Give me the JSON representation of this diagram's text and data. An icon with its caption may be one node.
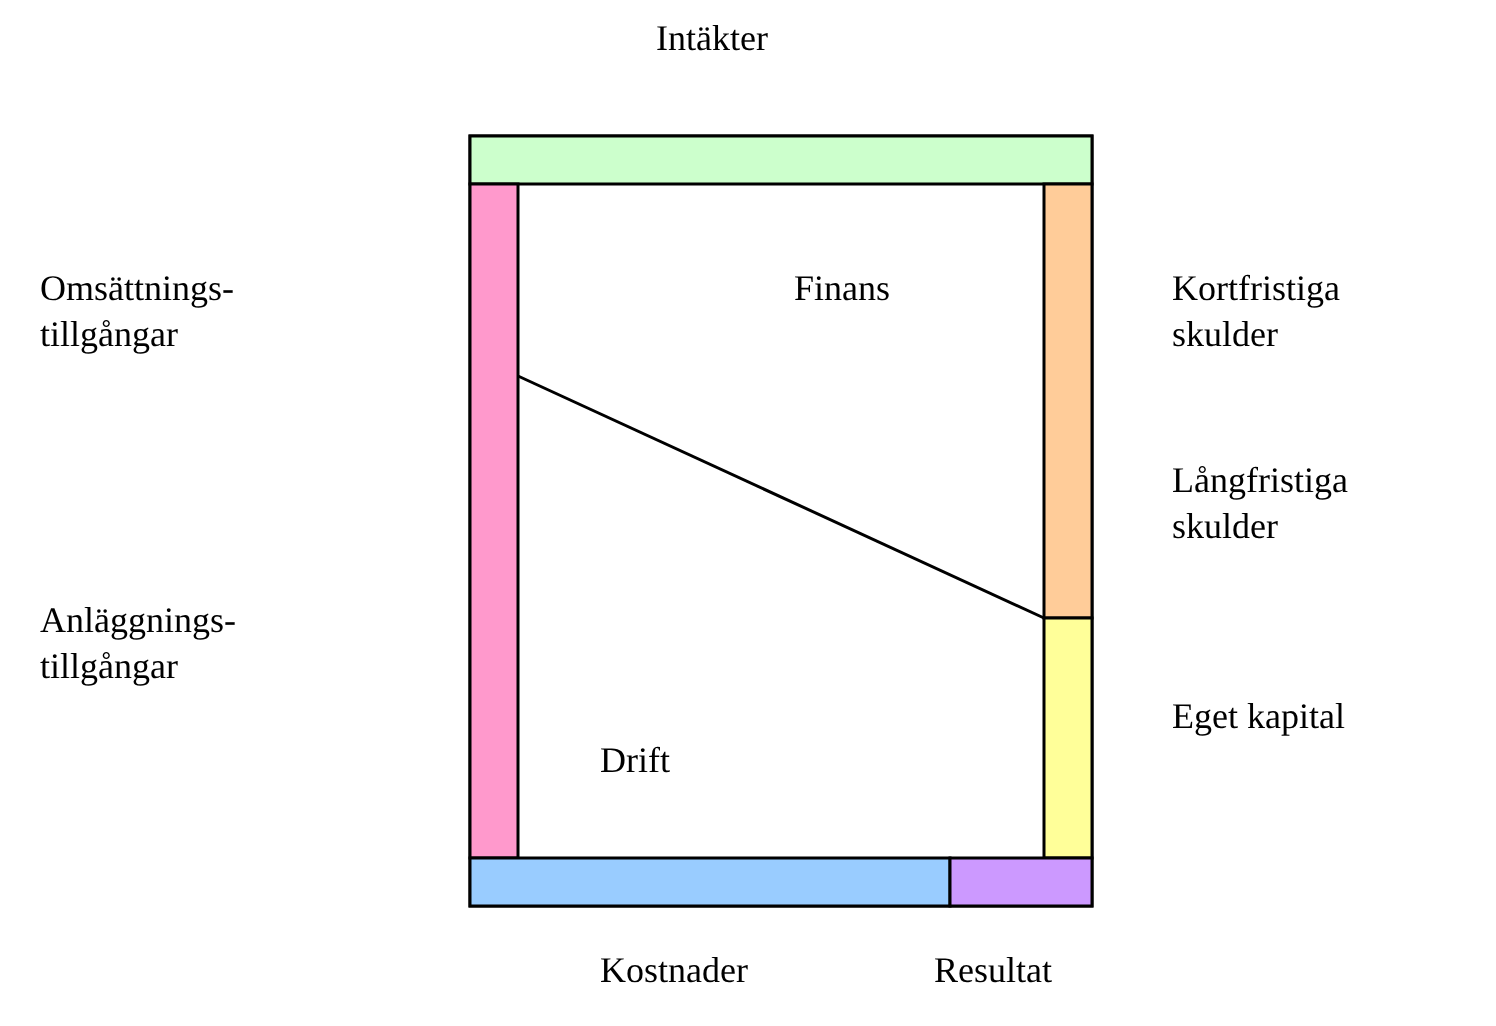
{
  "diagram": {
    "labels": [
      "Intäkter",
      "Omsättnings- tillgångar",
      "Finans",
      "Kortfristiga skulder",
      "Långfristiga skulder",
      "Anläggnings- tillgångar",
      "Eget kapital",
      "Drift",
      "Kostnader",
      "Resultat"
    ]
  }
}
